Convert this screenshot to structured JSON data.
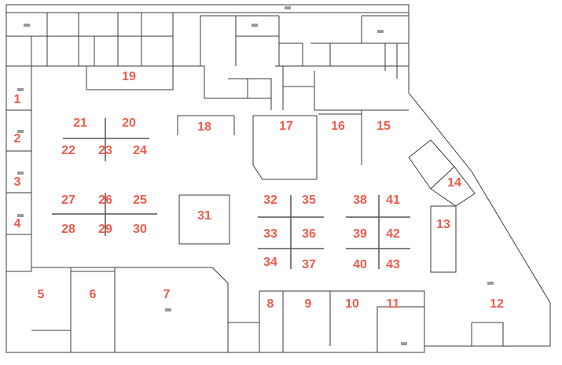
{
  "plan": {
    "booths": [
      {
        "id": "1",
        "label": "1"
      },
      {
        "id": "2",
        "label": "2"
      },
      {
        "id": "3",
        "label": "3"
      },
      {
        "id": "4",
        "label": "4"
      },
      {
        "id": "5",
        "label": "5"
      },
      {
        "id": "6",
        "label": "6"
      },
      {
        "id": "7",
        "label": "7"
      },
      {
        "id": "8",
        "label": "8"
      },
      {
        "id": "9",
        "label": "9"
      },
      {
        "id": "10",
        "label": "10"
      },
      {
        "id": "11",
        "label": "11"
      },
      {
        "id": "12",
        "label": "12"
      },
      {
        "id": "13",
        "label": "13"
      },
      {
        "id": "14",
        "label": "14"
      },
      {
        "id": "15",
        "label": "15"
      },
      {
        "id": "16",
        "label": "16"
      },
      {
        "id": "17",
        "label": "17"
      },
      {
        "id": "18",
        "label": "18"
      },
      {
        "id": "19",
        "label": "19"
      },
      {
        "id": "20",
        "label": "20"
      },
      {
        "id": "21",
        "label": "21"
      },
      {
        "id": "22",
        "label": "22"
      },
      {
        "id": "23",
        "label": "23"
      },
      {
        "id": "24",
        "label": "24"
      },
      {
        "id": "25",
        "label": "25"
      },
      {
        "id": "26",
        "label": "26"
      },
      {
        "id": "27",
        "label": "27"
      },
      {
        "id": "28",
        "label": "28"
      },
      {
        "id": "29",
        "label": "29"
      },
      {
        "id": "30",
        "label": "30"
      },
      {
        "id": "31",
        "label": "31"
      },
      {
        "id": "32",
        "label": "32"
      },
      {
        "id": "33",
        "label": "33"
      },
      {
        "id": "34",
        "label": "34"
      },
      {
        "id": "35",
        "label": "35"
      },
      {
        "id": "36",
        "label": "36"
      },
      {
        "id": "37",
        "label": "37"
      },
      {
        "id": "38",
        "label": "38"
      },
      {
        "id": "39",
        "label": "39"
      },
      {
        "id": "40",
        "label": "40"
      },
      {
        "id": "41",
        "label": "41"
      },
      {
        "id": "42",
        "label": "42"
      },
      {
        "id": "43",
        "label": "43"
      }
    ],
    "label_color": "#ef5b4c",
    "wall_color": "#333333"
  }
}
